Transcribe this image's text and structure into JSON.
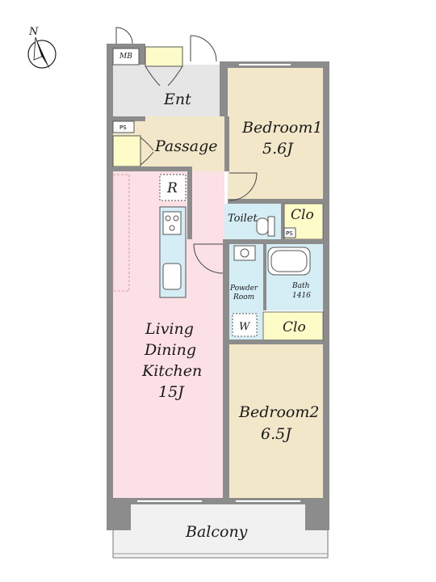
{
  "compass": {
    "label": "N"
  },
  "rooms": {
    "mb": "MB",
    "ent": "Ent",
    "ps1": "PS",
    "passage": "Passage",
    "bedroom1": {
      "name": "Bedroom1",
      "size": "5.6J"
    },
    "fridge": "R",
    "toilet": "Toilet",
    "clo1": "Clo",
    "ps2": "PS",
    "powder": {
      "line1": "Powder",
      "line2": "Room"
    },
    "bath": {
      "line1": "Bath",
      "line2": "1416"
    },
    "washer": "W",
    "clo2": "Clo",
    "ldk": {
      "line1": "Living",
      "line2": "Dining",
      "line3": "Kitchen",
      "size": "15J"
    },
    "bedroom2": {
      "name": "Bedroom2",
      "size": "6.5J"
    },
    "balcony": "Balcony"
  },
  "colors": {
    "wall": "#8c8c8c",
    "ldk": "#fbe0e5",
    "bedroom": "#f3e7c9",
    "wet": "#d5eef5",
    "closet": "#fdfbc8",
    "entrance": "#e6e6e6",
    "balcony": "#f1f1f1"
  }
}
